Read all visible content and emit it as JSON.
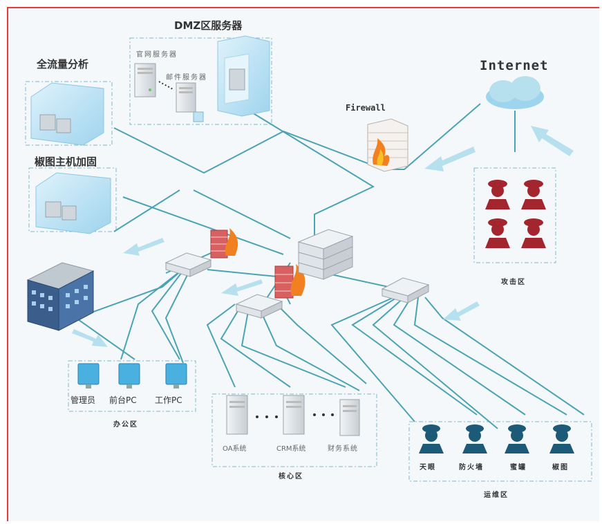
{
  "titles": {
    "dmz": "DMZ区服务器",
    "traffic": "全流量分析",
    "hardening": "椒图主机加固",
    "internet": "Internet",
    "firewall": "Firewall"
  },
  "dmz_servers": {
    "website": "官网服务器",
    "mail": "邮件服务器"
  },
  "zones": {
    "attack": "攻击区",
    "office": "办公区",
    "core": "核心区",
    "ops": "运维区"
  },
  "office_pcs": [
    "管理员",
    "前台PC",
    "工作PC"
  ],
  "core_systems": [
    "OA系统",
    "CRM系统",
    "财务系统"
  ],
  "ops_tools": [
    "天眼",
    "防火墙",
    "蜜罐",
    "椒图"
  ],
  "colors": {
    "frame": "#e23b3b",
    "cable": "#4aa3b5",
    "arrow": "#b7e0ee",
    "attacker": "#a3262e",
    "operator": "#1d5a78",
    "dashed": "#7ab7cf",
    "flame": "#f08020",
    "brick": "#d86060"
  }
}
